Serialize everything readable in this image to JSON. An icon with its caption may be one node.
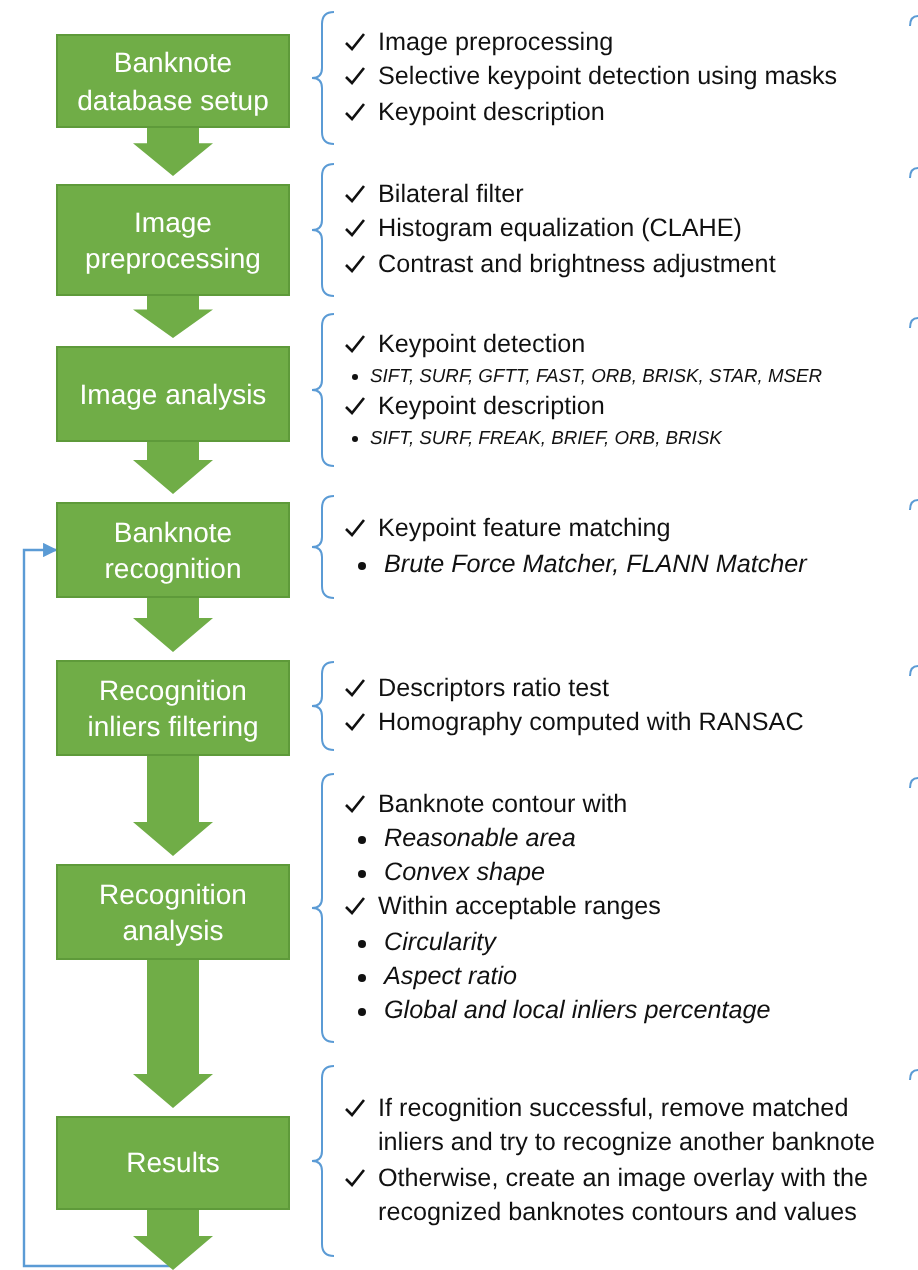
{
  "diagram": {
    "nodes": [
      {
        "text": [
          "Banknote database setup"
        ],
        "beside": [
          "Image preprocessing",
          "Selective keypoint detection using masks",
          "Keypoint description"
        ]
      },
      {
        "text": [
          "Image preprocessing"
        ],
        "beside": [
          "Bilateral filter",
          "Histogram equalization (CLAHE)",
          "Contrast and brightness adjustment"
        ]
      },
      {
        "text": [
          "Image analysis"
        ],
        "beside": [
          "Keypoint detection",
          "SIFT, SURF, GFTT, FAST, ORB, BRISK, STAR, MSER",
          "Keypoint description",
          "SIFT, SURF, FREAK, BRIEF, ORB, BRISK"
        ]
      },
      {
        "text": [
          "Banknote recognition"
        ],
        "beside": [
          "Keypoint feature matching",
          "Brute Force Matcher, FLANN Matcher"
        ]
      },
      {
        "text": [
          "Recognition inliers filtering"
        ],
        "beside": [
          "Descriptors ratio test",
          "Homography computed with RANSAC"
        ]
      },
      {
        "text": [
          "Recognition analysis"
        ],
        "beside": [
          "Banknote contour with",
          "Reasonable area",
          "Convex shape",
          "Within acceptable ranges",
          "Circularity",
          "Aspect ratio",
          "Global and local inliers percentage"
        ]
      },
      {
        "text": [
          "Results"
        ],
        "beside": [
          "If recognition successful, remove matched inliers and try to recognize another banknote",
          "Otherwise, create an image overlay with the recognized banknotes contours and values"
        ]
      }
    ],
    "edges": [
      {
        "from": 0,
        "to": 1,
        "arrow": "to"
      },
      {
        "from": 1,
        "to": 2,
        "arrow": "to"
      },
      {
        "from": 2,
        "to": 3,
        "arrow": "to"
      },
      {
        "from": 3,
        "to": 4,
        "arrow": "to"
      },
      {
        "from": 4,
        "to": 5,
        "arrow": "to"
      },
      {
        "from": 5,
        "to": 6,
        "arrow": "to"
      },
      {
        "from": 6,
        "to": null,
        "arrow": "to"
      },
      {
        "from": 6,
        "to": 3,
        "arrow": "to",
        "color": "#5b9bd5"
      }
    ]
  }
}
